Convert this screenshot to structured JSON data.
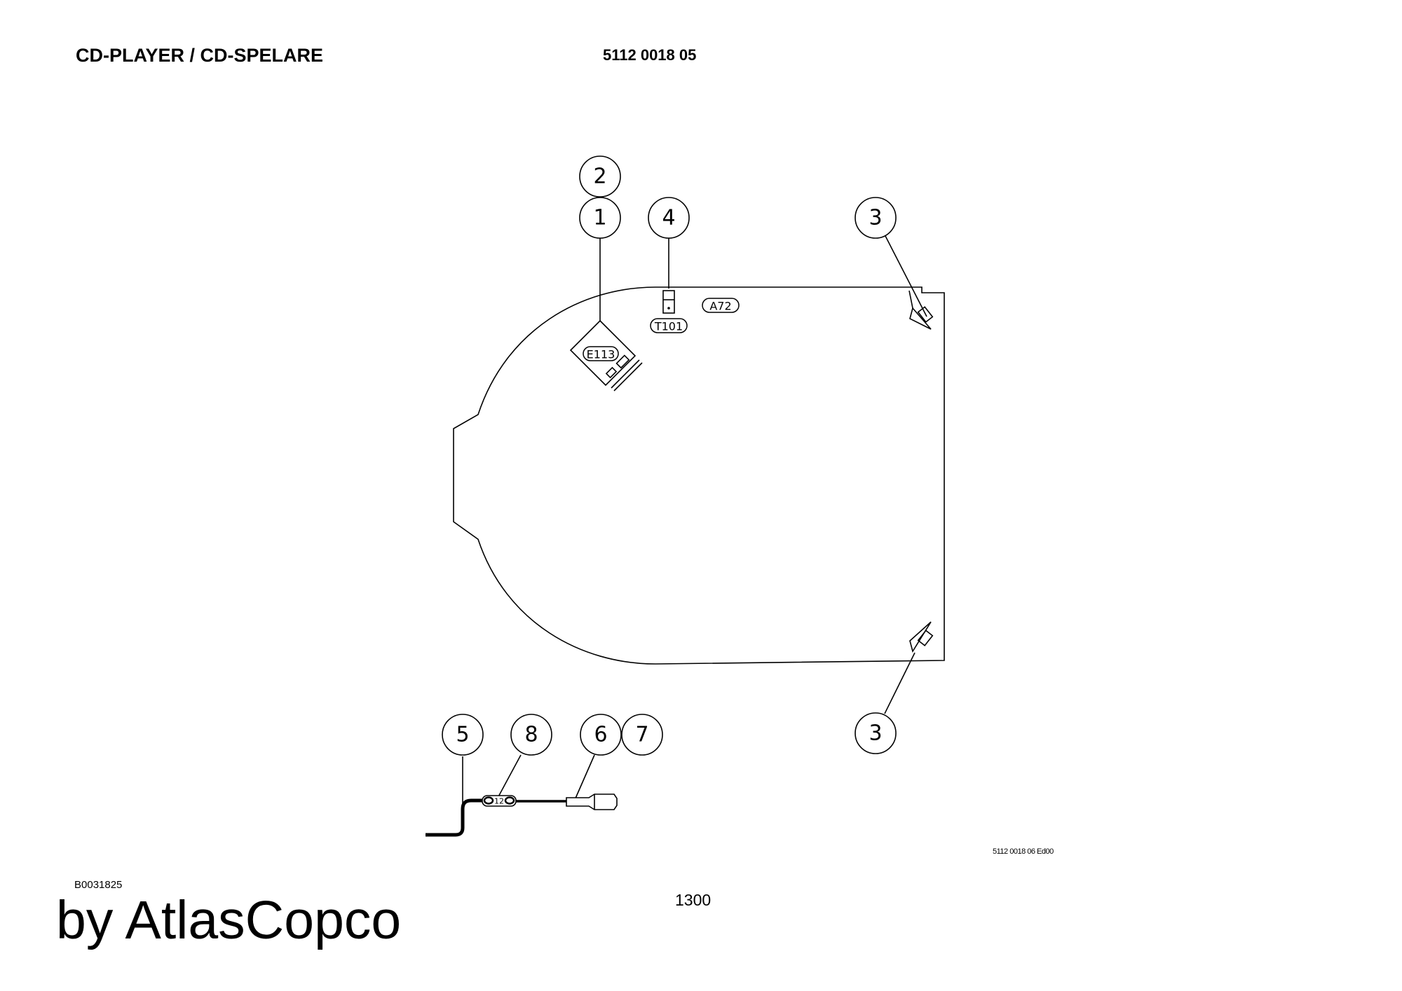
{
  "header": {
    "title": "CD-PLAYER / CD-SPELARE",
    "doc_number": "5112 0018 05"
  },
  "drawing": {
    "callouts": [
      "2",
      "1",
      "4",
      "3",
      "3",
      "5",
      "8",
      "6",
      "7"
    ],
    "tags": [
      "E113",
      "T101",
      "A72"
    ],
    "connector_marking": "12",
    "drawing_code": "5112 0018 06 Ed00"
  },
  "footer": {
    "reference": "B0031825",
    "page_number": "1300",
    "brand": "by AtlasCopco"
  }
}
